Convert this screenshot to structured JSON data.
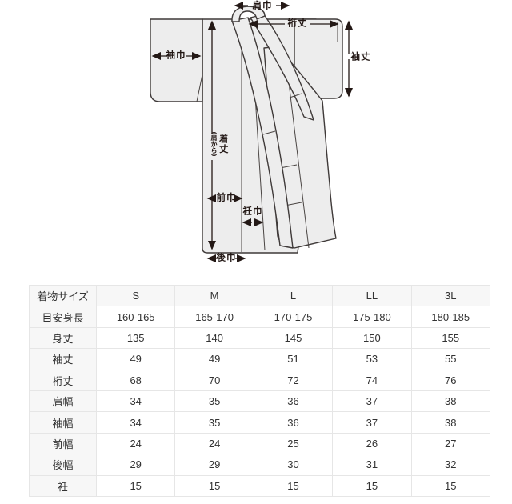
{
  "diagram": {
    "labels": {
      "shoulder_width": "肩巾",
      "yuki_length": "裄丈",
      "sleeve_length": "袖丈",
      "sleeve_width": "袖巾",
      "body_length": "着丈",
      "body_length_note": "(肩から)",
      "front_width": "前巾",
      "okumi_width": "衽巾",
      "back_width": "後巾"
    },
    "colors": {
      "garment_fill": "#ededed",
      "garment_outline": "#3f3a39",
      "arrow": "#231815"
    }
  },
  "table": {
    "header": [
      "着物サイズ",
      "S",
      "M",
      "L",
      "LL",
      "3L"
    ],
    "rows": [
      {
        "label": "目安身長",
        "values": [
          "160-165",
          "165-170",
          "170-175",
          "175-180",
          "180-185"
        ]
      },
      {
        "label": "身丈",
        "values": [
          "135",
          "140",
          "145",
          "150",
          "155"
        ]
      },
      {
        "label": "袖丈",
        "values": [
          "49",
          "49",
          "51",
          "53",
          "55"
        ]
      },
      {
        "label": "裄丈",
        "values": [
          "68",
          "70",
          "72",
          "74",
          "76"
        ]
      },
      {
        "label": "肩幅",
        "values": [
          "34",
          "35",
          "36",
          "37",
          "38"
        ]
      },
      {
        "label": "袖幅",
        "values": [
          "34",
          "35",
          "36",
          "37",
          "38"
        ]
      },
      {
        "label": "前幅",
        "values": [
          "24",
          "24",
          "25",
          "26",
          "27"
        ]
      },
      {
        "label": "後幅",
        "values": [
          "29",
          "29",
          "30",
          "31",
          "32"
        ]
      },
      {
        "label": "衽",
        "values": [
          "15",
          "15",
          "15",
          "15",
          "15"
        ]
      }
    ]
  }
}
